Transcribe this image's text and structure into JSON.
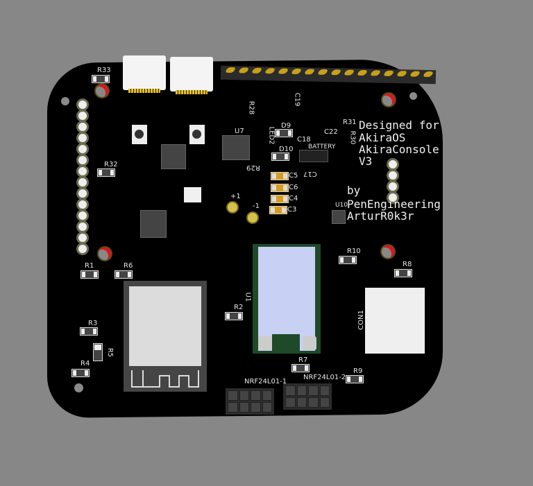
{
  "board": {
    "silkscreen_text": {
      "line1": "Designed for",
      "line2": "AkiraOS",
      "line3": "AkiraConsole",
      "line4": "V3",
      "line5": "by",
      "line6": "PenEngineering",
      "line7": "ArturR0k3r"
    },
    "labels": {
      "r33": "R33",
      "r32": "R32",
      "r28": "R28",
      "c19": "C19",
      "u7": "U7",
      "led2": "LED2",
      "r29": "R29",
      "d9": "D9",
      "d10": "D10",
      "c18": "C18",
      "battery": "BATTERY",
      "c22": "C22",
      "r31": "R31",
      "r30": "R30",
      "c17": "C17",
      "c5": "C5",
      "c6": "C6",
      "c4": "C4",
      "c3": "C3",
      "plus1": "+1",
      "minus1": "-1",
      "u10": "U10",
      "r1": "R1",
      "r6": "R6",
      "r2": "R2",
      "r3": "R3",
      "r5": "R5",
      "r4": "R4",
      "u1": "U1",
      "r10": "R10",
      "r8": "R8",
      "con1": "CON1",
      "r7": "R7",
      "r9": "R9",
      "nrf1": "NRF24L01-1",
      "nrf2": "NRF24L01-2"
    },
    "colors": {
      "background": "#878787",
      "pcb": "#000000",
      "silkscreen": "#e8e8e8",
      "gold": "#d4b020",
      "nrf_module": "#c8d0f4"
    }
  }
}
